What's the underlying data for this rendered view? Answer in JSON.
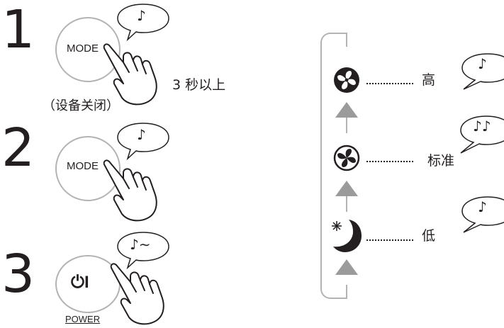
{
  "steps": [
    {
      "number": "1",
      "button_label": "MODE",
      "note": "♪",
      "caption": "3 秒以上",
      "status": "（设备关闭）"
    },
    {
      "number": "2",
      "button_label": "MODE",
      "note": "♪"
    },
    {
      "number": "3",
      "button_label": "⏻I",
      "note": "♪∼",
      "power_label": "POWER"
    }
  ],
  "modes": [
    {
      "icon": "fan-high-icon",
      "label": "高",
      "note": "♪"
    },
    {
      "icon": "fan-standard-icon",
      "label": "标准",
      "note": "♪♪"
    },
    {
      "icon": "sleep-moon-icon",
      "label": "低",
      "note": "♪"
    }
  ],
  "colors": {
    "ink": "#231f20",
    "button_outline": "#b3b3b3",
    "arrow": "#9b9b9b"
  }
}
